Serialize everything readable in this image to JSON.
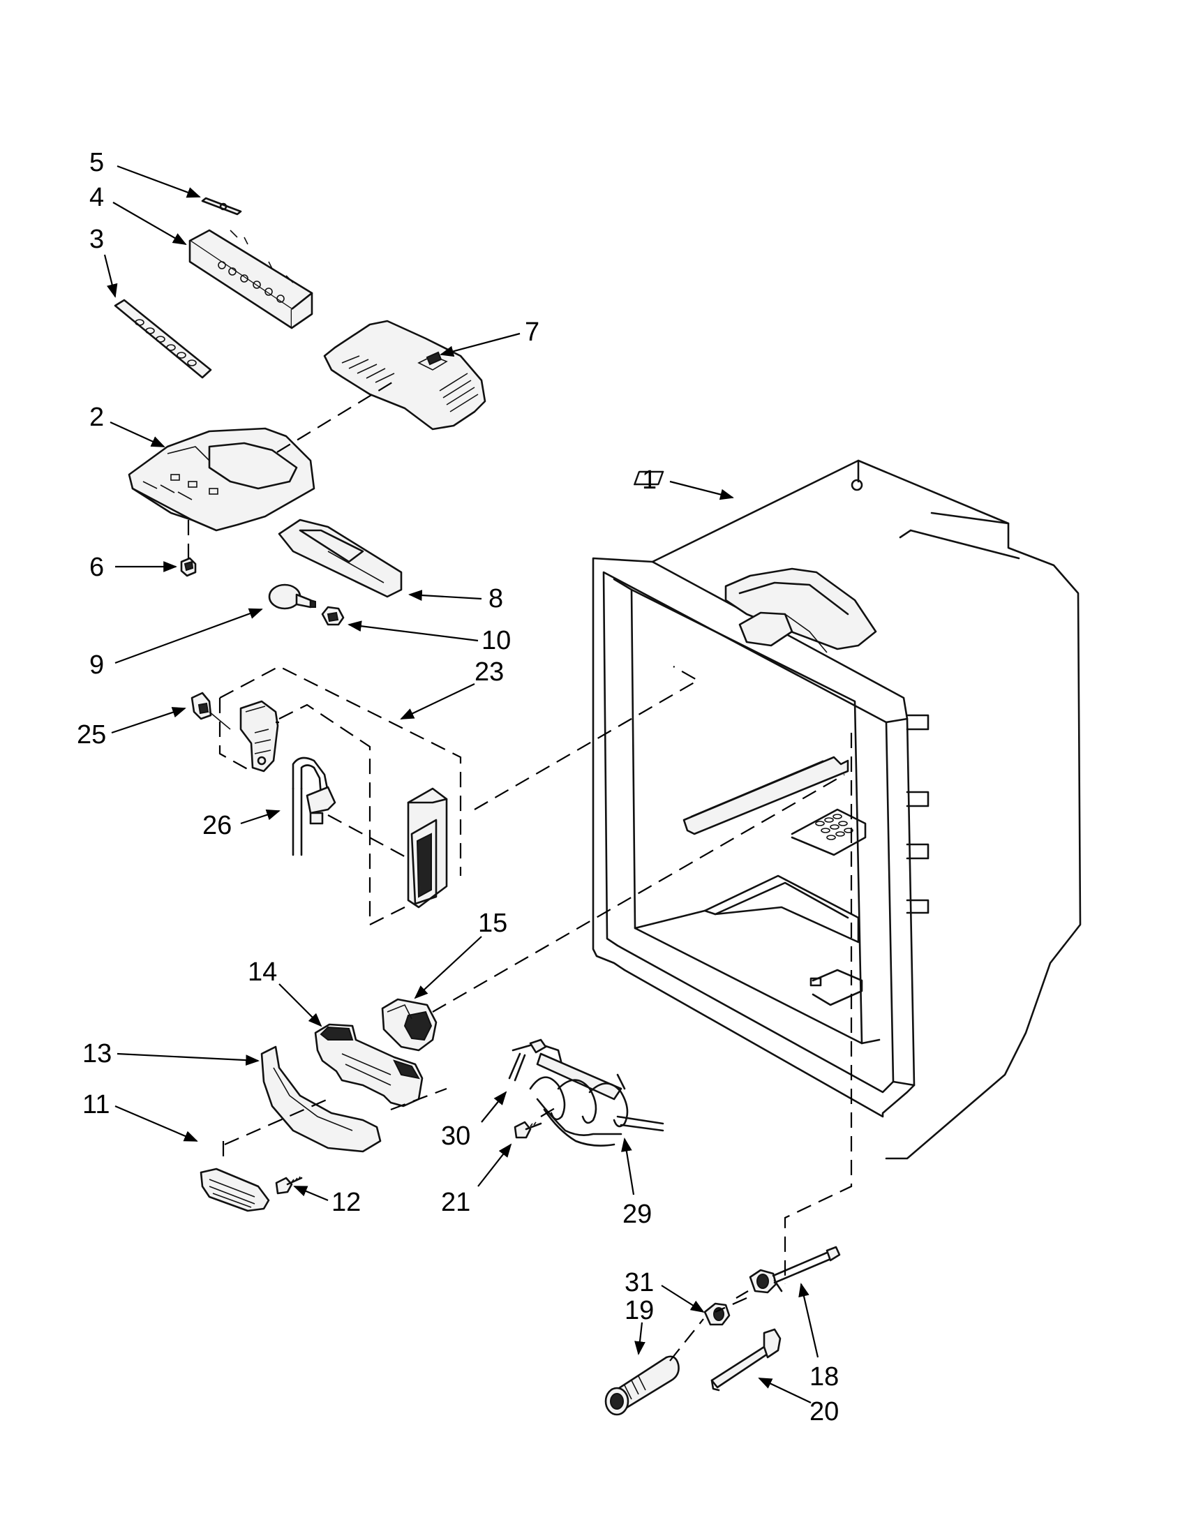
{
  "diagram": {
    "callouts": [
      {
        "key": "c5",
        "label": "5"
      },
      {
        "key": "c4",
        "label": "4"
      },
      {
        "key": "c3",
        "label": "3"
      },
      {
        "key": "c7",
        "label": "7"
      },
      {
        "key": "c2",
        "label": "2"
      },
      {
        "key": "c1",
        "label": "1"
      },
      {
        "key": "c6",
        "label": "6"
      },
      {
        "key": "c8",
        "label": "8"
      },
      {
        "key": "c10",
        "label": "10"
      },
      {
        "key": "c9",
        "label": "9"
      },
      {
        "key": "c23",
        "label": "23"
      },
      {
        "key": "c25",
        "label": "25"
      },
      {
        "key": "c26",
        "label": "26"
      },
      {
        "key": "c15",
        "label": "15"
      },
      {
        "key": "c14",
        "label": "14"
      },
      {
        "key": "c13",
        "label": "13"
      },
      {
        "key": "c11",
        "label": "11"
      },
      {
        "key": "c30",
        "label": "30"
      },
      {
        "key": "c12",
        "label": "12"
      },
      {
        "key": "c21",
        "label": "21"
      },
      {
        "key": "c29",
        "label": "29"
      },
      {
        "key": "c31",
        "label": "31"
      },
      {
        "key": "c19",
        "label": "19"
      },
      {
        "key": "c18",
        "label": "18"
      },
      {
        "key": "c20",
        "label": "20"
      }
    ]
  }
}
